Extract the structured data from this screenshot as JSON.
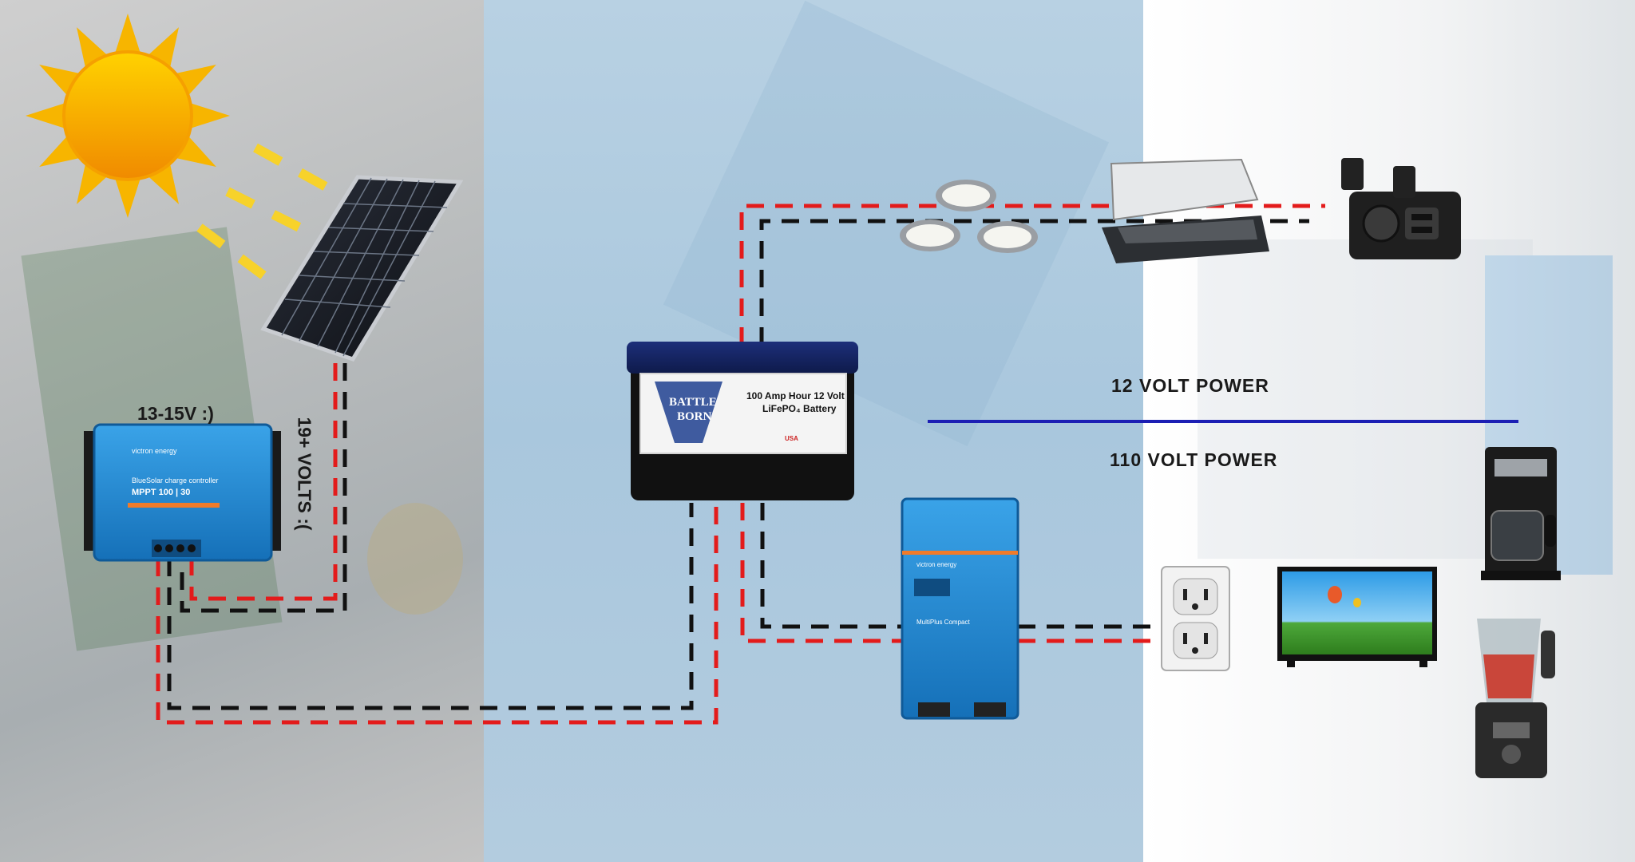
{
  "labels": {
    "charge_voltage": "13-15V   :)",
    "panel_voltage": "19+ VOLTS  :(",
    "twelve_volt": "12 VOLT POWER",
    "one_ten_volt": "110 VOLT POWER"
  },
  "charge_controller": {
    "brand": "victron energy",
    "line1": "BlueSolar charge controller",
    "line2": "MPPT 100 | 30"
  },
  "battery": {
    "brand_line1": "BATTLE",
    "brand_line2": "BORN",
    "title_line1": "100 Amp Hour 12 Volt",
    "title_line2": "LiFePO₄ Battery",
    "origin": "USA"
  },
  "inverter": {
    "brand": "victron energy",
    "model": "MultiPlus Compact"
  },
  "colors": {
    "positive_wire": "#e31b1b",
    "negative_wire": "#111111",
    "divider": "#1c1fb4",
    "victron_blue": "#1f86d0",
    "sun": "#f7b500"
  },
  "icons": [
    "sun-icon",
    "solar-panel-icon",
    "puck-light-icon",
    "roof-vent-fan-icon",
    "usb-socket-icon",
    "wall-outlet-icon",
    "television-icon",
    "coffee-maker-icon",
    "blender-icon"
  ]
}
